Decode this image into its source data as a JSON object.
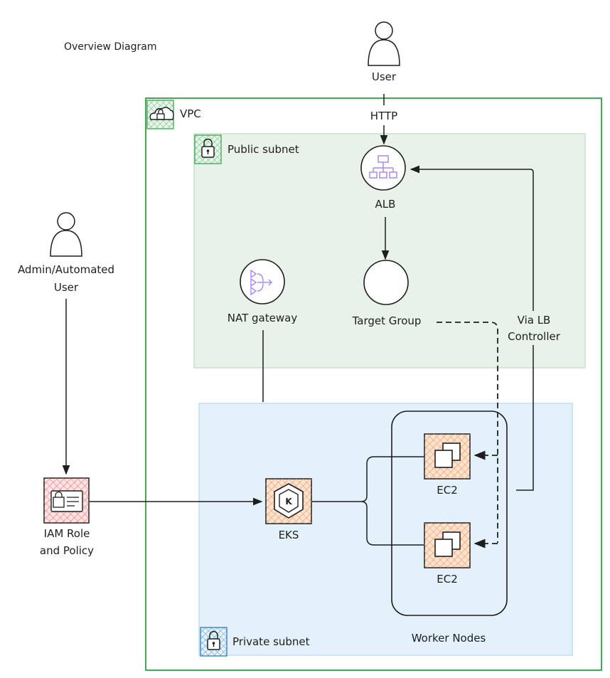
{
  "title": "Overview Diagram",
  "actors": {
    "user": "User",
    "admin_line1": "Admin/Automated",
    "admin_line2": "User"
  },
  "groups": {
    "vpc": "VPC",
    "public_subnet": "Public subnet",
    "private_subnet": "Private subnet",
    "worker_nodes": "Worker Nodes"
  },
  "nodes": {
    "alb": "ALB",
    "target_group": "Target Group",
    "nat_gateway": "NAT gateway",
    "eks": "EKS",
    "ec2_top": "EC2",
    "ec2_bottom": "EC2",
    "iam_line1": "IAM Role",
    "iam_line2": "and Policy"
  },
  "edges": {
    "http": "HTTP",
    "via_lb_line1": "Via LB",
    "via_lb_line2": "Controller"
  },
  "colors": {
    "vpc_border": "#2f9e44",
    "public_subnet_fill": "#e9f2e9",
    "public_subnet_border": "#c8e0c8",
    "private_subnet_fill": "#e3f1fb",
    "private_subnet_border": "#c2ddf0",
    "compute_fill": "#f3a46c",
    "iam_fill": "#f28a8a",
    "alb_icon": "#a88bf0",
    "line": "#1e1e1e"
  },
  "icons": {
    "user": "person-icon",
    "vpc": "cloud-lock-icon",
    "subnet": "padlock-icon",
    "alb": "load-balancer-icon",
    "nat": "nat-gateway-icon",
    "eks": "kubernetes-icon",
    "ec2": "ec2-instance-icon",
    "iam": "id-badge-icon"
  }
}
